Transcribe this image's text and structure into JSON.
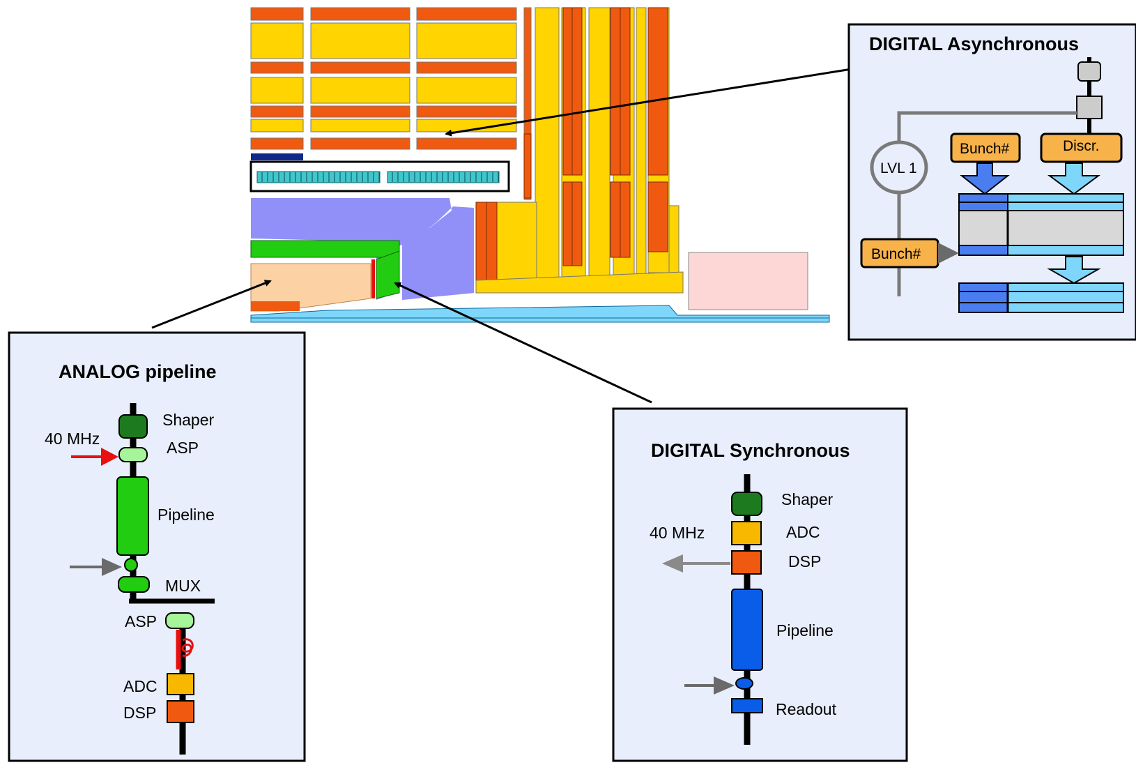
{
  "panels": {
    "analog": {
      "title": "ANALOG pipeline",
      "labels": {
        "shaper": "Shaper",
        "freq": "40 MHz",
        "asp1": "ASP",
        "pipeline": "Pipeline",
        "mux": "MUX",
        "asp2": "ASP",
        "adc": "ADC",
        "dsp": "DSP"
      }
    },
    "sync": {
      "title": "DIGITAL Synchronous",
      "labels": {
        "shaper": "Shaper",
        "freq": "40 MHz",
        "adc": "ADC",
        "dsp": "DSP",
        "pipeline": "Pipeline",
        "readout": "Readout"
      }
    },
    "async": {
      "title": "DIGITAL Asynchronous",
      "labels": {
        "lvl1": "LVL 1",
        "bunch_top": "Bunch#",
        "discr": "Discr.",
        "bunch_left": "Bunch#"
      }
    }
  },
  "colors": {
    "panel_bg": "#e8eefb",
    "orange_red": "#f05a10",
    "yellow": "#ffd400",
    "dark_green": "#1e7a1e",
    "light_green": "#a6f59a",
    "green": "#22cc10",
    "adc_orange": "#f9b800",
    "blue": "#0a5de8",
    "lavender": "#9090f8",
    "teal": "#3fc7cc",
    "peach": "#fcd2a4",
    "pink": "#fdd6d6",
    "box_orange": "#f8b24a",
    "light_blue": "#7fd6fb",
    "mid_blue": "#4a7ef0"
  }
}
